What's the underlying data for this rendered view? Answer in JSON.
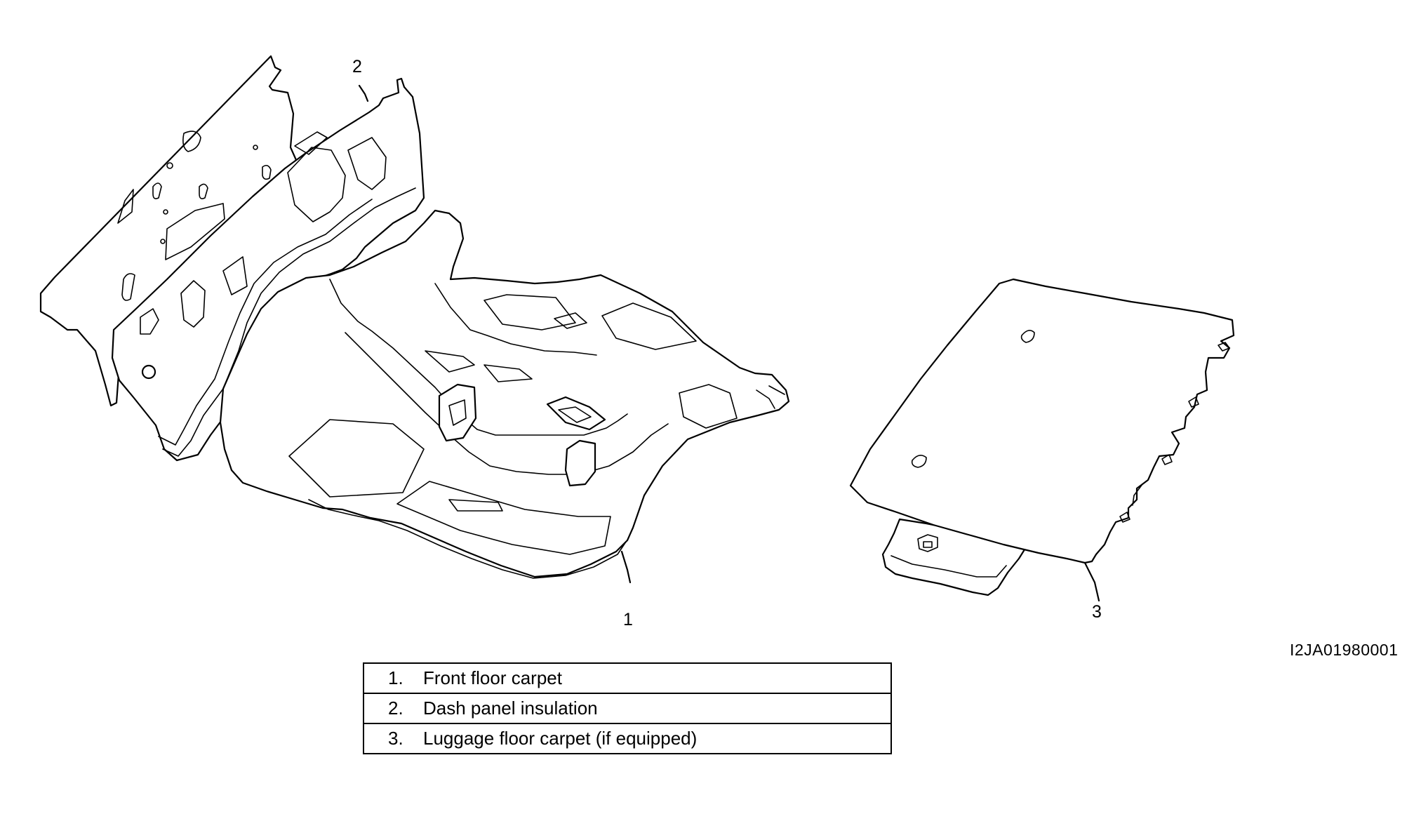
{
  "callouts": [
    {
      "number": "1"
    },
    {
      "number": "2"
    },
    {
      "number": "3"
    }
  ],
  "figure_id": "I2JA01980001",
  "legend": [
    {
      "number": "1.",
      "label": "Front floor carpet"
    },
    {
      "number": "2.",
      "label": "Dash panel insulation"
    },
    {
      "number": "3.",
      "label": "Luggage floor carpet (if equipped)"
    }
  ]
}
